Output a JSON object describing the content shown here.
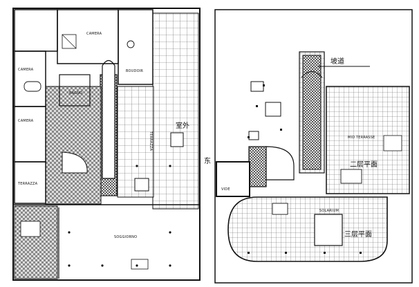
{
  "left_plan": {
    "rooms": {
      "camera_top": "CAMERA",
      "camera_left": "CAMERA",
      "camera_mid": "CAMERA",
      "boudoir": "BOUDOIR",
      "bagno": "BAGNO",
      "terrazza": "TERRAZZA",
      "terrazza_small": "TERRAZZA",
      "soggiorno": "SOGGIORNO"
    },
    "annotation_outdoor": "室外"
  },
  "center_label": "东",
  "right_plan": {
    "annotation_ramp": "坡道",
    "annotation_second_floor": "二层平面",
    "annotation_third_floor": "三层平面",
    "rooms": {
      "mid_terrasse": "MID TERRASSE",
      "solarium": "SOLARIUM",
      "vide": "VIDE"
    }
  },
  "colors": {
    "line": "#111111",
    "background": "#ffffff",
    "tile": "#444444"
  }
}
